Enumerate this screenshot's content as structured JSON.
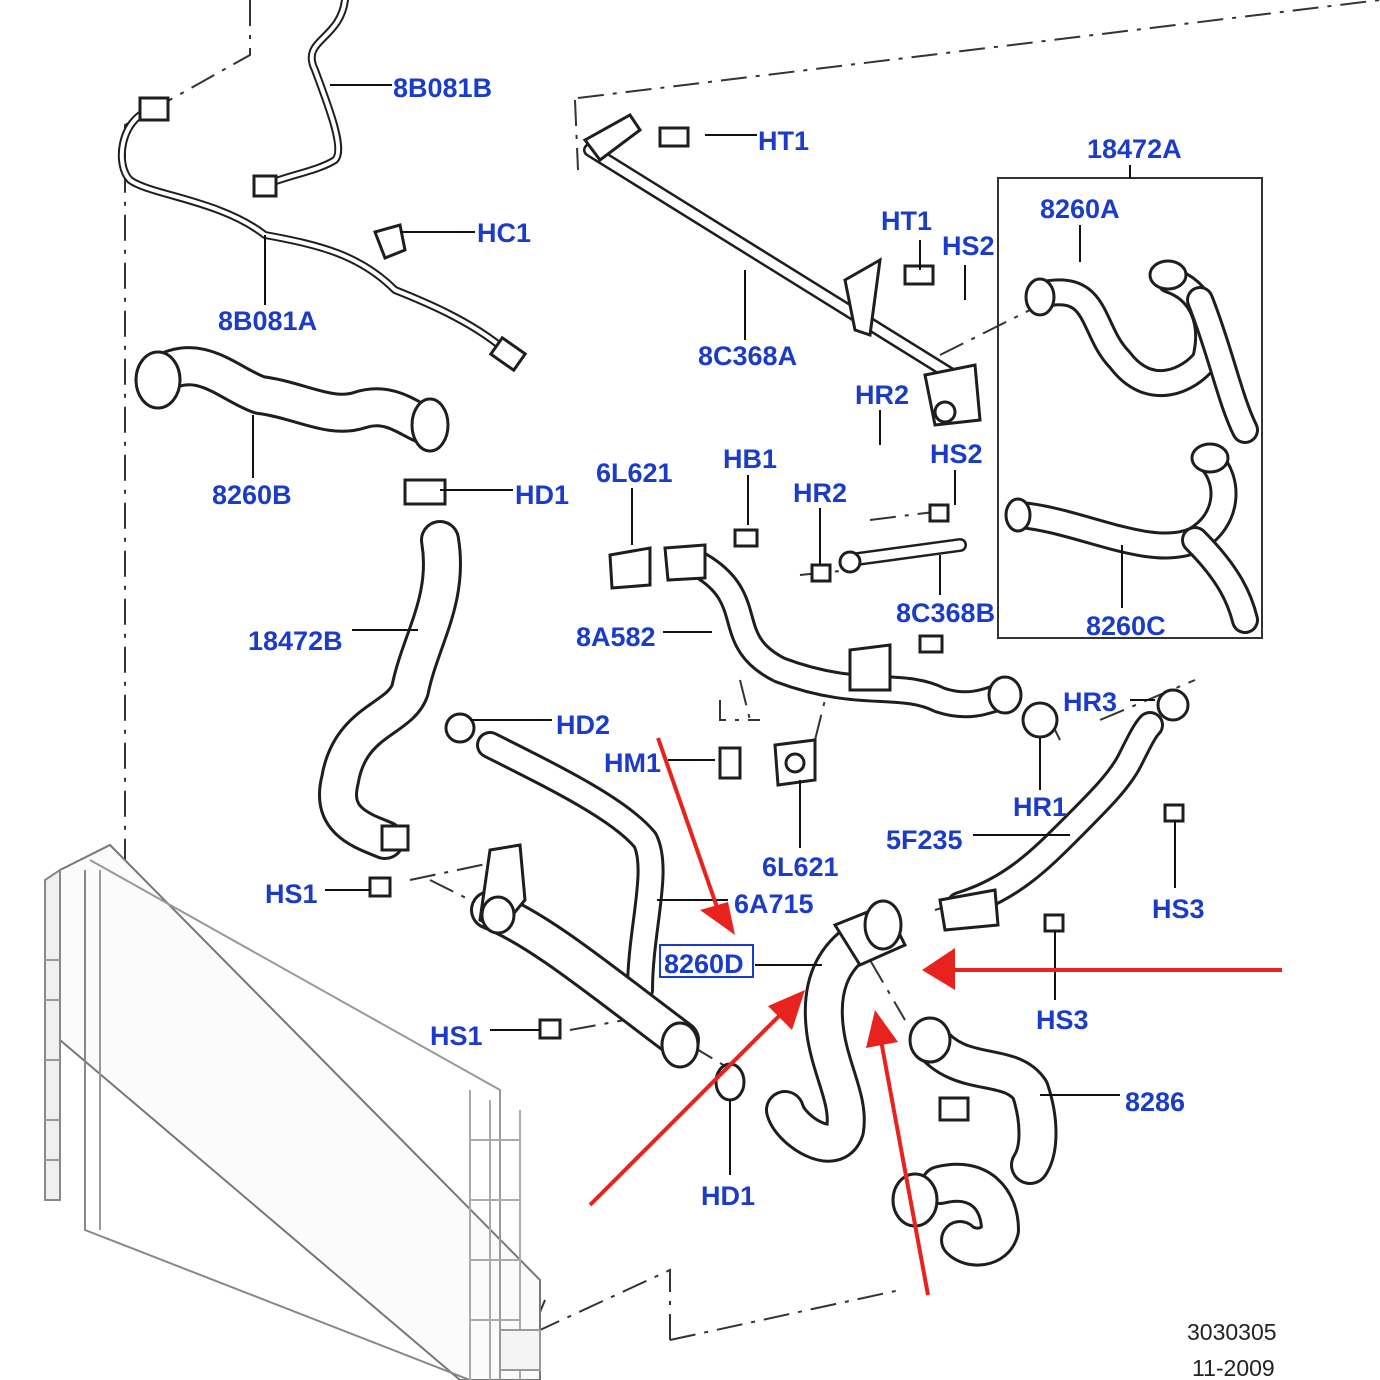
{
  "labels": {
    "8B081B": "8B081B",
    "HT1_a": "HT1",
    "HC1": "HC1",
    "18472A": "18472A",
    "8B081A": "8B081A",
    "HT1_b": "HT1",
    "8260A": "8260A",
    "HS2_a": "HS2",
    "8C368A": "8C368A",
    "HR2_a": "HR2",
    "8260B": "8260B",
    "HS2_b": "HS2",
    "6L621_a": "6L621",
    "HB1": "HB1",
    "HD1_a": "HD1",
    "HR2_b": "HR2",
    "18472B": "18472B",
    "8A582": "8A582",
    "8C368B": "8C368B",
    "8260C": "8260C",
    "HD2": "HD2",
    "HR3": "HR3",
    "HM1": "HM1",
    "HR1": "HR1",
    "5F235": "5F235",
    "6L621_b": "6L621",
    "HS1_a": "HS1",
    "6A715": "6A715",
    "HS3_a": "HS3",
    "8260D": "8260D",
    "HS3_b": "HS3",
    "HS1_b": "HS1",
    "8286": "8286",
    "HD1_b": "HD1"
  },
  "reference": {
    "number": "3030305",
    "date": "11-2009"
  },
  "colors": {
    "label": "#1a3cc8",
    "highlight_box": "#1a3cc8",
    "arrows": "#e8231f",
    "linework": "#1e1e1e"
  }
}
